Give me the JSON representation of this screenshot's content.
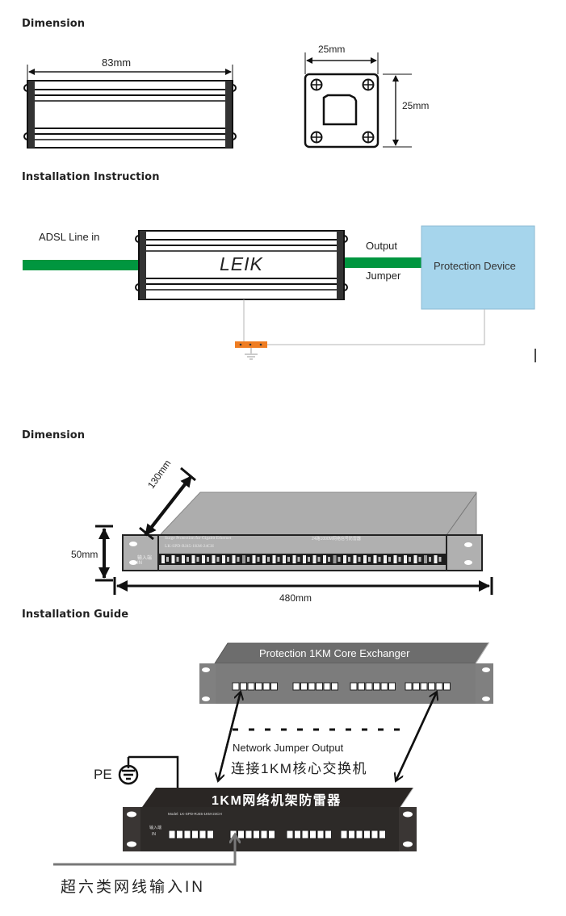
{
  "section1": {
    "heading": "Dimension",
    "side_view": {
      "width_label": "83mm"
    },
    "end_view": {
      "width_label": "25mm",
      "height_label": "25mm"
    }
  },
  "section2": {
    "heading": "Installation Instruction",
    "input_label": "ADSL Line in",
    "device_brand": "LEIK",
    "output_label_top": "Output",
    "output_label_bottom": "Jumper",
    "target_device": "Protection Device",
    "colors": {
      "cable": "#00963f",
      "protected_device": "#a6d5ec",
      "ground_bar": "#ef7d22"
    }
  },
  "section3": {
    "heading": "Dimension",
    "depth_label": "130mm",
    "height_label": "50mm",
    "width_label": "480mm",
    "panel_text_line1": "Surge Protection for Gigabit Ethernet",
    "panel_text_line2": "LK-SPD-RJ45-1KM-24CH",
    "panel_text_right": "24路1000M网络信号防雷器",
    "ear_text_cn": "输入端",
    "ear_text_en": "IN"
  },
  "section4": {
    "heading": "Installation Guide",
    "core_switch_title": "Protection 1KM Core Exchanger",
    "jumper_label_en": "Network Jumper  Output",
    "jumper_label_cn": "连接1KM核心交换机",
    "pe_label": "PE",
    "arrester_title": "1KM网络机架防雷器",
    "arrester_model": "Model:  LK-SPD-RJ45-1KM-24CH",
    "arrester_in_cn": "输入端",
    "arrester_in_en": "IN",
    "input_label": "超六类网线输入IN"
  }
}
